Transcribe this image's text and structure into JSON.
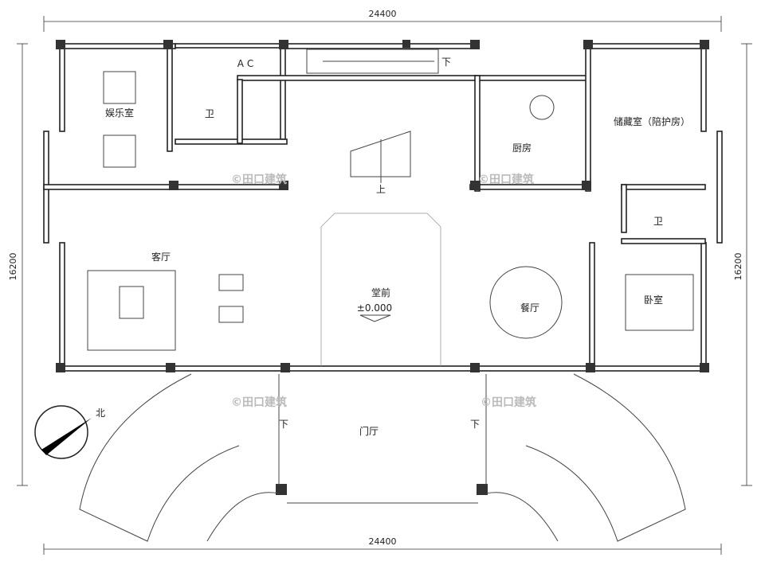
{
  "dimensions": {
    "top": "24400",
    "bottom": "24400",
    "left": "16200",
    "right": "16200"
  },
  "rooms": {
    "entertainment": "娱乐室",
    "bath_left": "卫",
    "kitchen": "厨房",
    "storage": "储藏室（陪护房）",
    "bath_right": "卫",
    "living": "客厅",
    "hall": "堂前",
    "elevation": "±0.000",
    "dining": "餐厅",
    "bedroom": "卧室",
    "foyer": "门厅"
  },
  "stairs": {
    "up": "上",
    "down_top": "下",
    "down_left": "下",
    "down_right": "下"
  },
  "compass": {
    "north": "北"
  },
  "tags": {
    "ac": "A C"
  },
  "watermark": "©田口建筑"
}
